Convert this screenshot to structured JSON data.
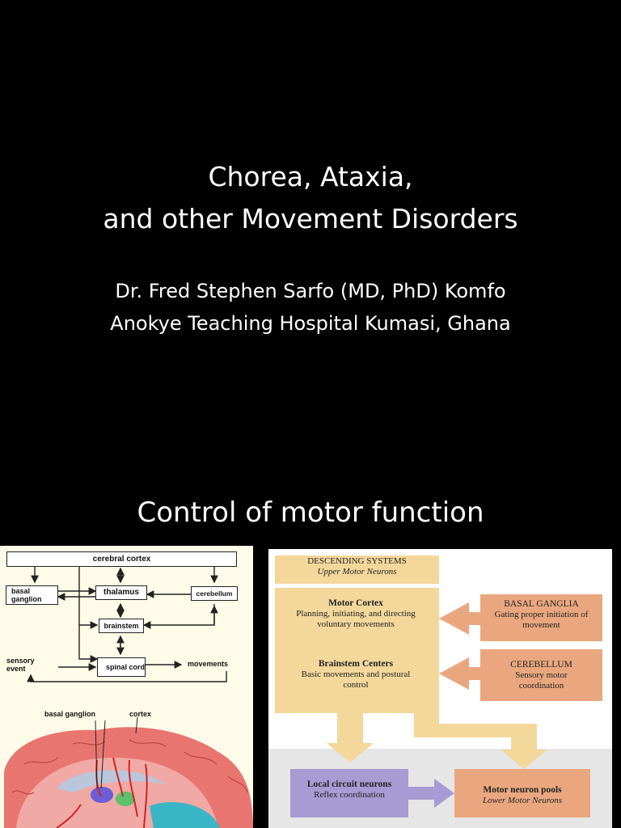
{
  "slide": {
    "title_line1": "Chorea, Ataxia,",
    "title_line2": "and other Movement Disorders",
    "author_line1": "Dr. Fred Stephen Sarfo (MD, PhD) Komfo",
    "author_line2": "Anokye Teaching Hospital Kumasi, Ghana",
    "subtitle": "Control of motor function"
  },
  "left_diagram": {
    "cerebral_cortex": "cerebral cortex",
    "basal_ganglion": "basal ganglion",
    "thalamus": "thalamus",
    "cerebellum": "cerebellum",
    "brainstem": "brainstem",
    "spinal_cord": "spinal cord",
    "sensory_event": "sensory event",
    "movements": "movements",
    "brain_label_basal": "basal ganglion",
    "brain_label_cortex": "cortex"
  },
  "right_diagram": {
    "descending_title": "DESCENDING SYSTEMS",
    "descending_sub": "Upper Motor Neurons",
    "motor_cortex_title": "Motor Cortex",
    "motor_cortex_desc": "Planning, initiating, and directing voluntary movements",
    "brainstem_title": "Brainstem Centers",
    "brainstem_desc": "Basic movements and postural control",
    "basal_ganglia_title": "BASAL GANGLIA",
    "basal_ganglia_desc": "Gating proper initiation of movement",
    "cerebellum_title": "CEREBELLUM",
    "cerebellum_desc": "Sensory motor coordination",
    "local_circuit_title": "Local circuit neurons",
    "local_circuit_desc": "Reflex coordination",
    "motor_pools_title": "Motor neuron pools",
    "motor_pools_sub": "Lower Motor Neurons"
  },
  "colors": {
    "background": "#000000",
    "text": "#ffffff",
    "tan": "#f4d79b",
    "salmon": "#eaa77f",
    "purple": "#a79bd3",
    "brain_pink": "#e97570"
  }
}
